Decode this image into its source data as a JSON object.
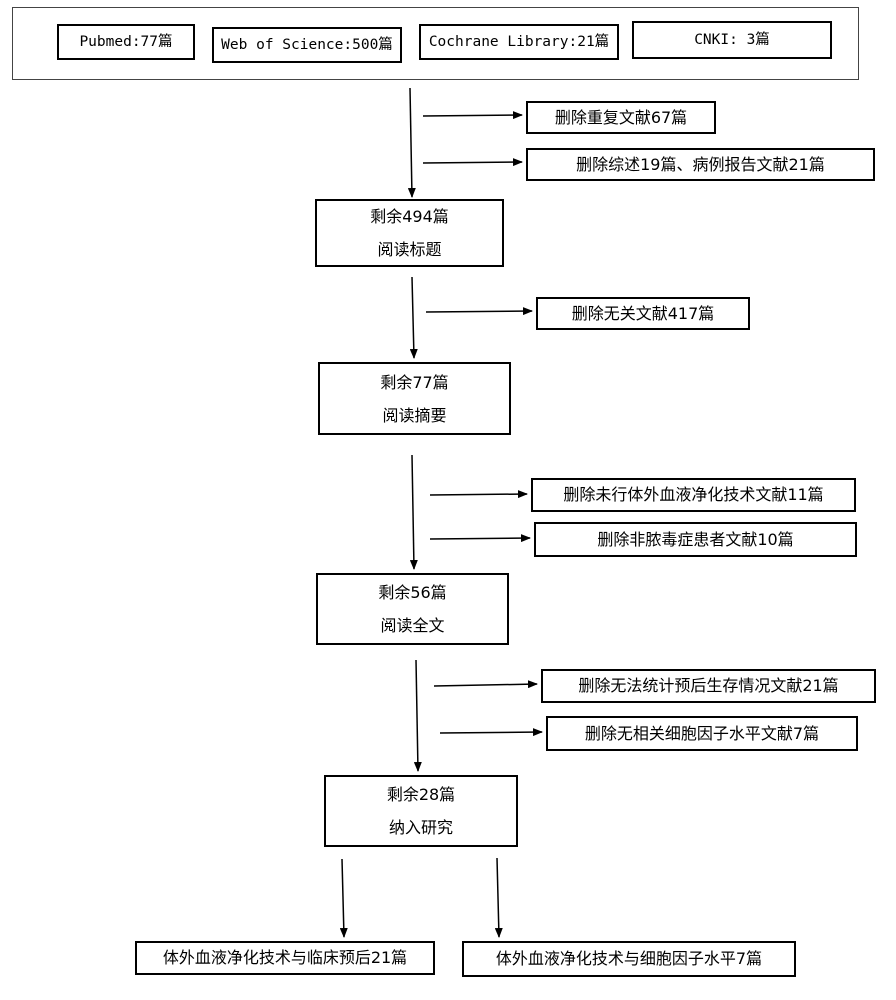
{
  "sources": [
    "Pubmed:77篇",
    "Web of Science:500篇",
    "Cochrane Library:21篇",
    "CNKI: 3篇"
  ],
  "exclusions": [
    "删除重复文献67篇",
    "删除综述19篇、病例报告文献21篇",
    "删除无关文献417篇",
    "删除未行体外血液净化技术文献11篇",
    "删除非脓毒症患者文献10篇",
    "删除无法统计预后生存情况文献21篇",
    "删除无相关细胞因子水平文献7篇"
  ],
  "stages": [
    {
      "remaining": "剩余494篇",
      "action": "阅读标题"
    },
    {
      "remaining": "剩余77篇",
      "action": "阅读摘要"
    },
    {
      "remaining": "剩余56篇",
      "action": "阅读全文"
    },
    {
      "remaining": "剩余28篇",
      "action": "纳入研究"
    }
  ],
  "outcomes": [
    "体外血液净化技术与临床预后21篇",
    "体外血液净化技术与细胞因子水平7篇"
  ]
}
